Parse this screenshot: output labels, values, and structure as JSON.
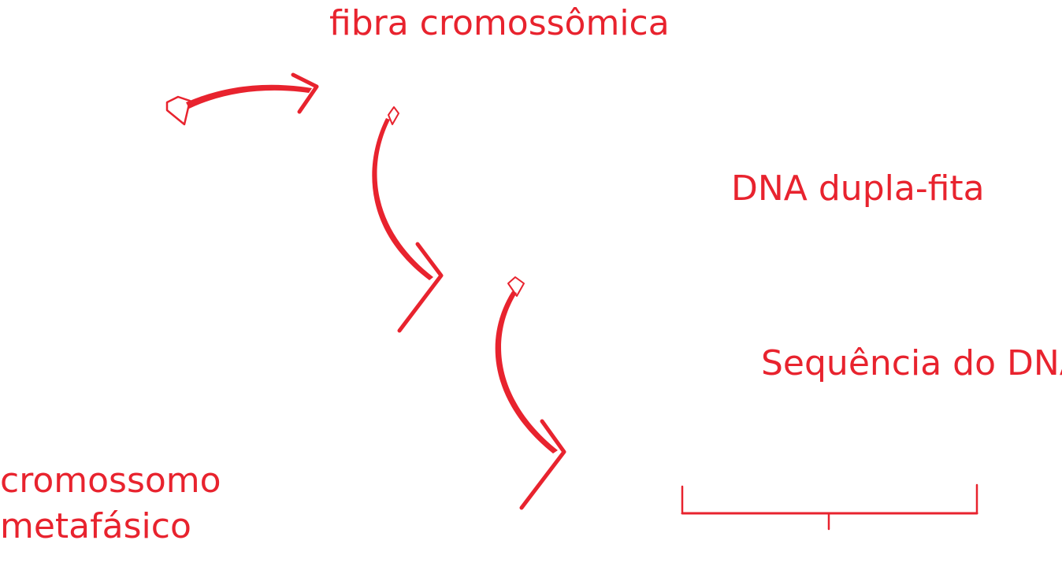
{
  "labels": {
    "chromosomal_fiber": "fibra cromossômica",
    "double_strand_dna": "DNA dupla-fita",
    "dna_sequence": "Sequência do DNA",
    "metaphase_chromosome_line1": "cromossomo",
    "metaphase_chromosome_line2": "metafásico"
  },
  "colors": {
    "accent": "#e8232e",
    "background": "#ffffff"
  },
  "icons": [
    "curved-arrow-icon",
    "diamond-tail-icon",
    "bracket-scale-icon"
  ]
}
